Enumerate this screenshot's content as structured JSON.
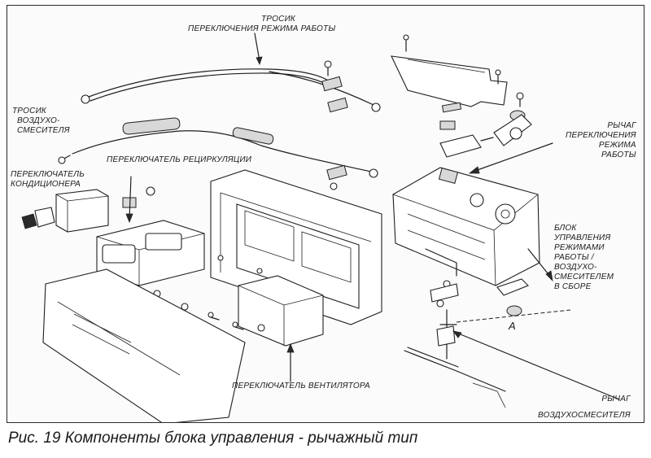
{
  "figure": {
    "caption": "Рис. 19 Компоненты блока управления - рычажный тип"
  },
  "labels": {
    "mode_cable": [
      "ТРОСИК",
      "ПЕРЕКЛЮЧЕНИЯ РЕЖИМА РАБОТЫ"
    ],
    "blend_cable": [
      "ТРОСИК",
      "ВОЗДУХО-",
      "СМЕСИТЕЛЯ"
    ],
    "ac_switch": [
      "ПЕРЕКЛЮЧАТЕЛЬ",
      "КОНДИЦИОНЕРА"
    ],
    "recirc_switch": "ПЕРЕКЛЮЧАТЕЛЬ РЕЦИРКУЛЯЦИИ",
    "mode_lever": [
      "РЫЧАГ",
      "ПЕРЕКЛЮЧЕНИЯ",
      "РЕЖИМА",
      "РАБОТЫ"
    ],
    "control_assembly": [
      "БЛОК",
      "УПРАВЛЕНИЯ",
      "РЕЖИМАМИ",
      "РАБОТЫ /",
      "ВОЗДУХО-",
      "СМЕСИТЕЛЕМ",
      "В СБОРЕ"
    ],
    "fan_switch": "ПЕРЕКЛЮЧАТЕЛЬ ВЕНТИЛЯТОРА",
    "blend_lever": [
      "РЫЧАГ",
      "ВОЗДУХОСМЕСИТЕЛЯ"
    ],
    "detail_marker": "A"
  }
}
